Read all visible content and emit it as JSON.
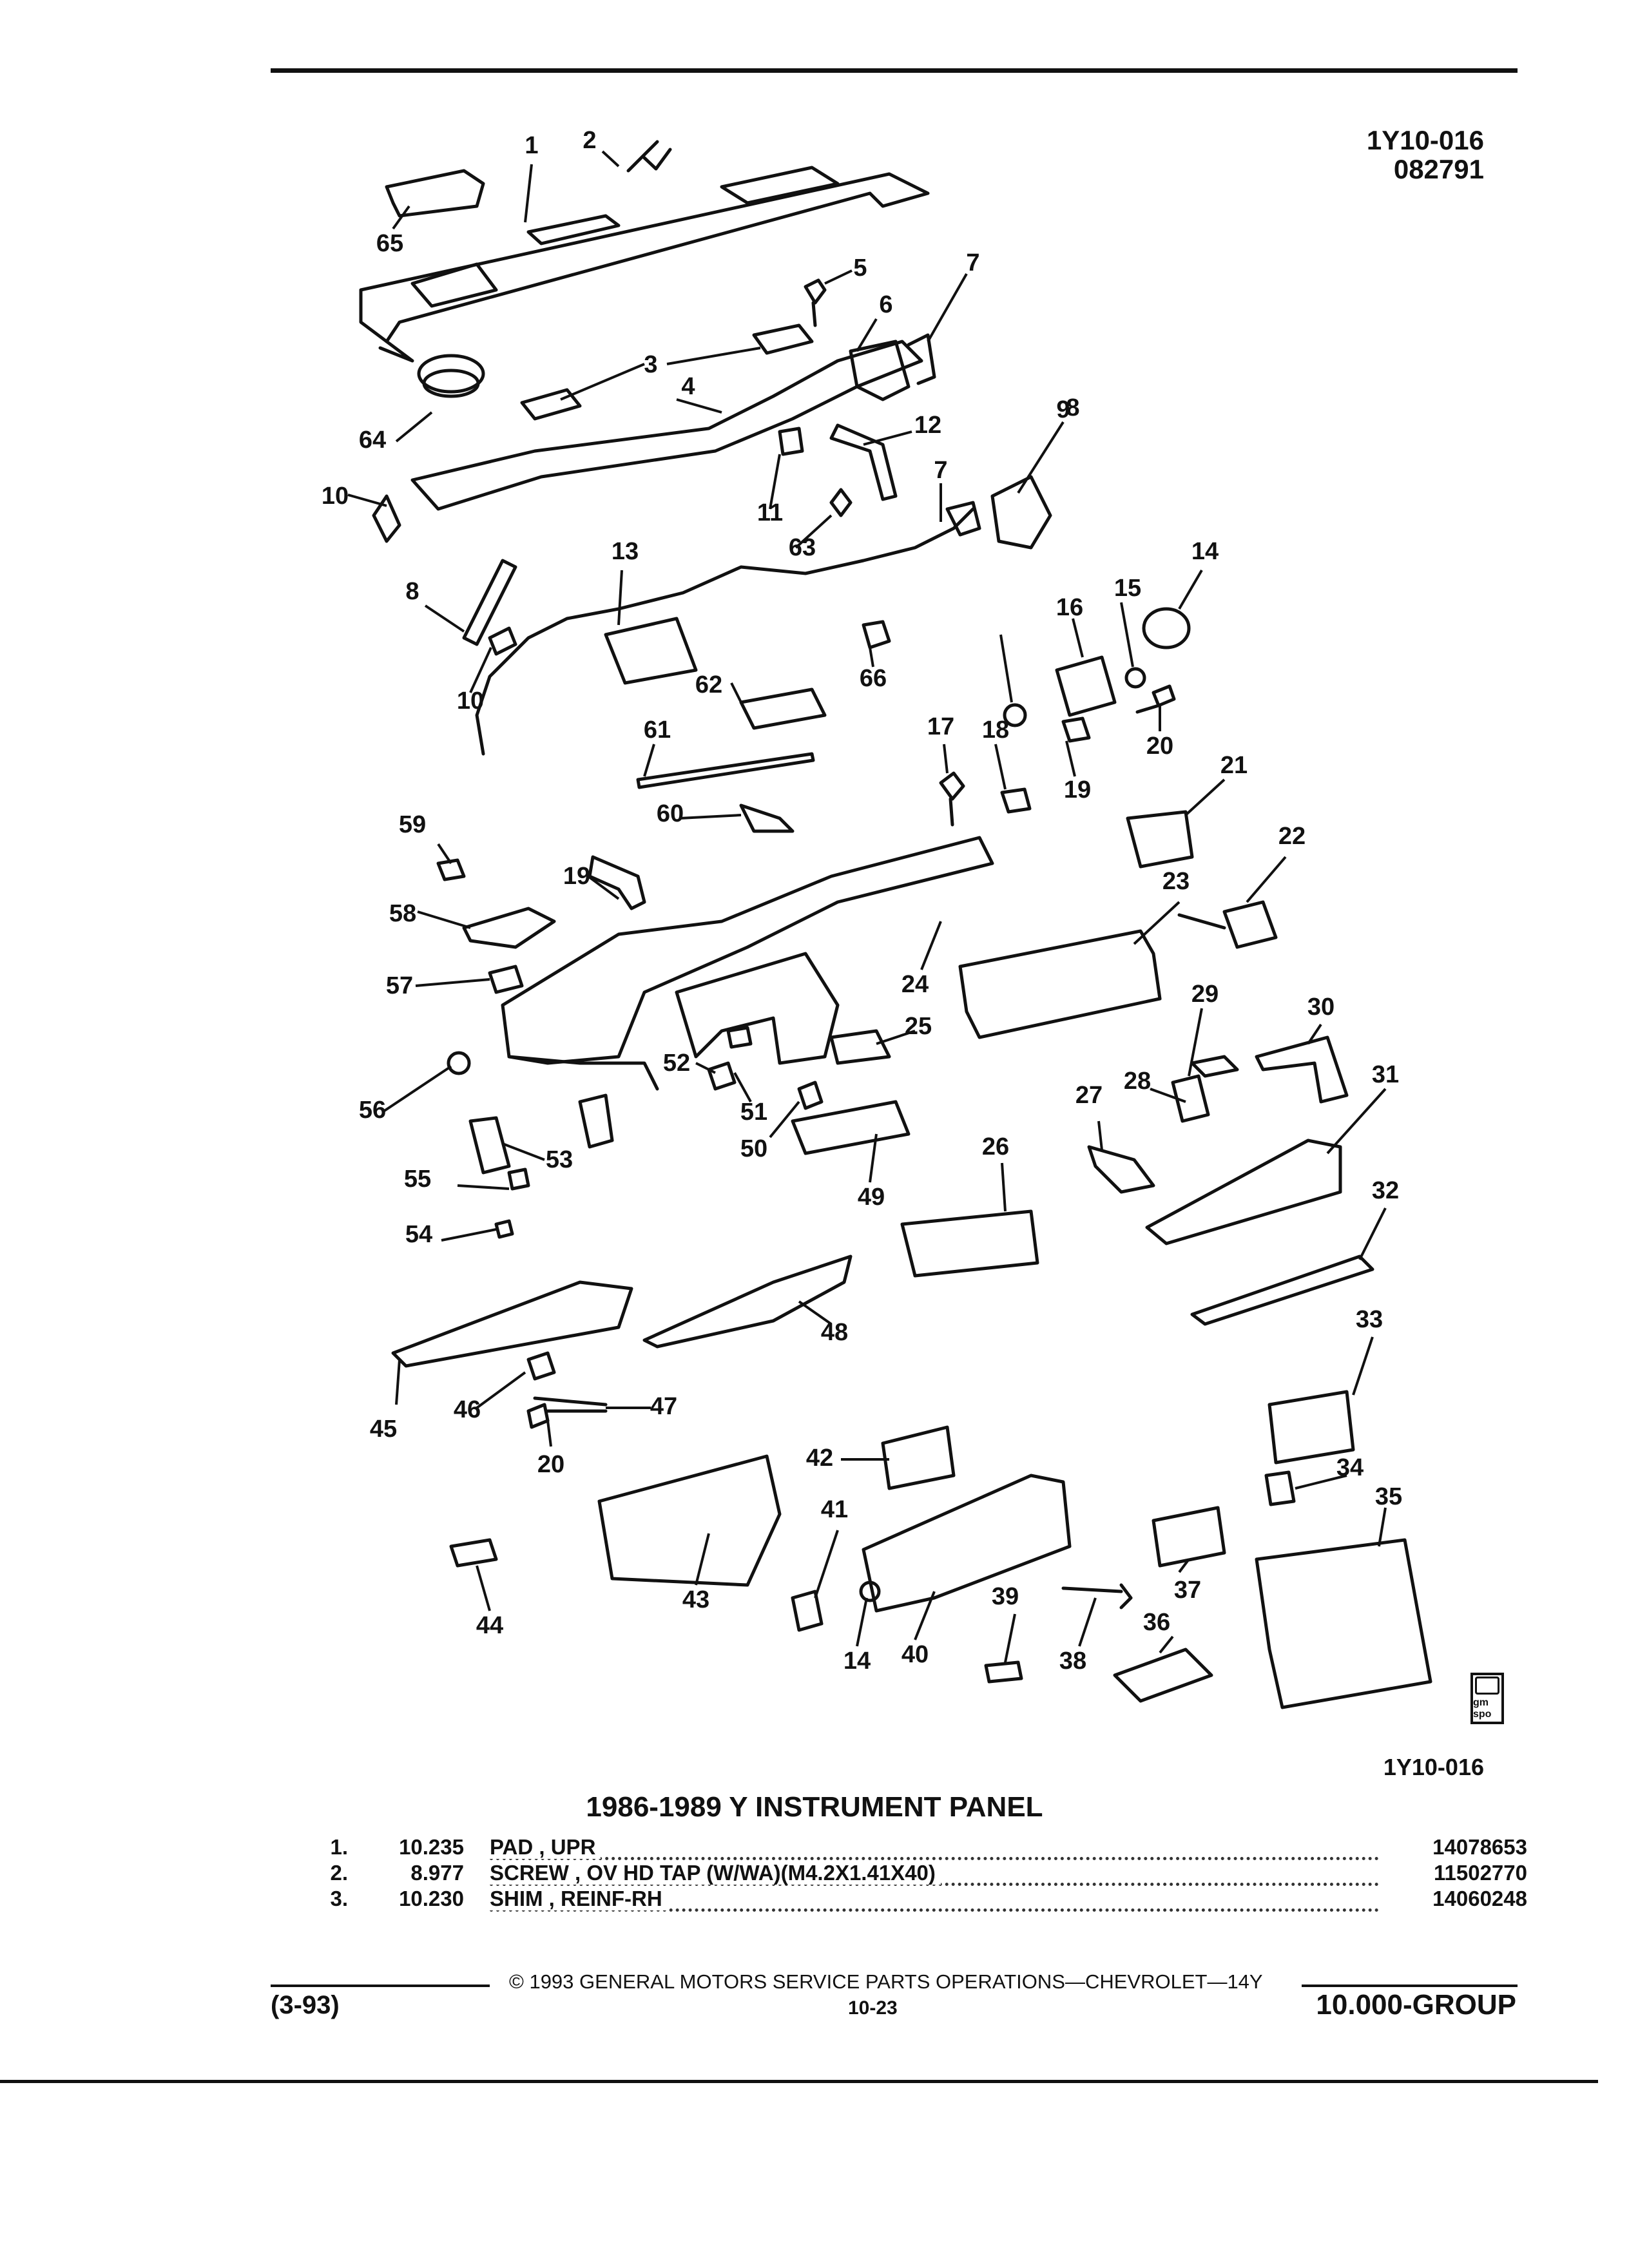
{
  "header": {
    "code": "1Y10-016",
    "date_code": "082791"
  },
  "diagram": {
    "figure_code": "1Y10-016",
    "badge_label": "gm spo",
    "callouts": [
      {
        "n": "1"
      },
      {
        "n": "2"
      },
      {
        "n": "65"
      },
      {
        "n": "5"
      },
      {
        "n": "7"
      },
      {
        "n": "6"
      },
      {
        "n": "3"
      },
      {
        "n": "4"
      },
      {
        "n": "64"
      },
      {
        "n": "8"
      },
      {
        "n": "12"
      },
      {
        "n": "9"
      },
      {
        "n": "11"
      },
      {
        "n": "7"
      },
      {
        "n": "10"
      },
      {
        "n": "63"
      },
      {
        "n": "13"
      },
      {
        "n": "14"
      },
      {
        "n": "15"
      },
      {
        "n": "16"
      },
      {
        "n": "8"
      },
      {
        "n": "66"
      },
      {
        "n": "10"
      },
      {
        "n": "62"
      },
      {
        "n": "17"
      },
      {
        "n": "18"
      },
      {
        "n": "20"
      },
      {
        "n": "61"
      },
      {
        "n": "21"
      },
      {
        "n": "19"
      },
      {
        "n": "59"
      },
      {
        "n": "60"
      },
      {
        "n": "22"
      },
      {
        "n": "19"
      },
      {
        "n": "23"
      },
      {
        "n": "58"
      },
      {
        "n": "57"
      },
      {
        "n": "24"
      },
      {
        "n": "29"
      },
      {
        "n": "30"
      },
      {
        "n": "52"
      },
      {
        "n": "25"
      },
      {
        "n": "28"
      },
      {
        "n": "31"
      },
      {
        "n": "56"
      },
      {
        "n": "27"
      },
      {
        "n": "51"
      },
      {
        "n": "50"
      },
      {
        "n": "53"
      },
      {
        "n": "26"
      },
      {
        "n": "55"
      },
      {
        "n": "49"
      },
      {
        "n": "32"
      },
      {
        "n": "54"
      },
      {
        "n": "33"
      },
      {
        "n": "48"
      },
      {
        "n": "45"
      },
      {
        "n": "46"
      },
      {
        "n": "47"
      },
      {
        "n": "20"
      },
      {
        "n": "42"
      },
      {
        "n": "34"
      },
      {
        "n": "35"
      },
      {
        "n": "41"
      },
      {
        "n": "37"
      },
      {
        "n": "39"
      },
      {
        "n": "36"
      },
      {
        "n": "44"
      },
      {
        "n": "43"
      },
      {
        "n": "14"
      },
      {
        "n": "40"
      },
      {
        "n": "38"
      }
    ]
  },
  "title": "1986-1989 Y INSTRUMENT PANEL",
  "parts": [
    {
      "index": "1.",
      "code": "10.235",
      "desc": "PAD , UPR",
      "part_no": "14078653"
    },
    {
      "index": "2.",
      "code": "8.977",
      "desc": "SCREW , OV HD TAP (W/WA)(M4.2X1.41X40)",
      "part_no": "11502770"
    },
    {
      "index": "3.",
      "code": "10.230",
      "desc": "SHIM , REINF-RH",
      "part_no": "14060248"
    }
  ],
  "footer": {
    "copyright": "© 1993 GENERAL MOTORS SERVICE PARTS OPERATIONS—CHEVROLET—14Y",
    "date": "(3-93)",
    "page": "10-23",
    "group": "10.000-GROUP"
  }
}
